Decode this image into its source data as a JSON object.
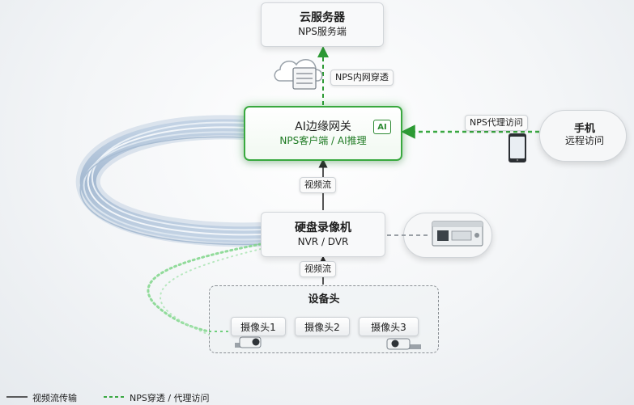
{
  "cloud": {
    "title": "云服务器",
    "subtitle": "NPS服务端"
  },
  "gateway": {
    "title": "AI边缘网关",
    "subtitle": "NPS客户端 / AI推理",
    "chip": "AI"
  },
  "nvr": {
    "title": "硬盘录像机",
    "subtitle": "NVR / DVR"
  },
  "phone": {
    "title": "手机",
    "subtitle": "远程访问"
  },
  "devices": {
    "title": "设备头",
    "cameras": [
      "摄像头1",
      "摄像头2",
      "摄像头3"
    ]
  },
  "labels": {
    "tunnel": "NPS内网穿透",
    "proxy": "NPS代理访问",
    "stream_upper": "视频流",
    "stream_lower": "视频流"
  },
  "legend": {
    "solid": "视频流传输",
    "dashed": "NPS穿透 / 代理访问"
  },
  "colors": {
    "accent_green": "#39a93f",
    "line_dark": "#2a2a2a"
  }
}
